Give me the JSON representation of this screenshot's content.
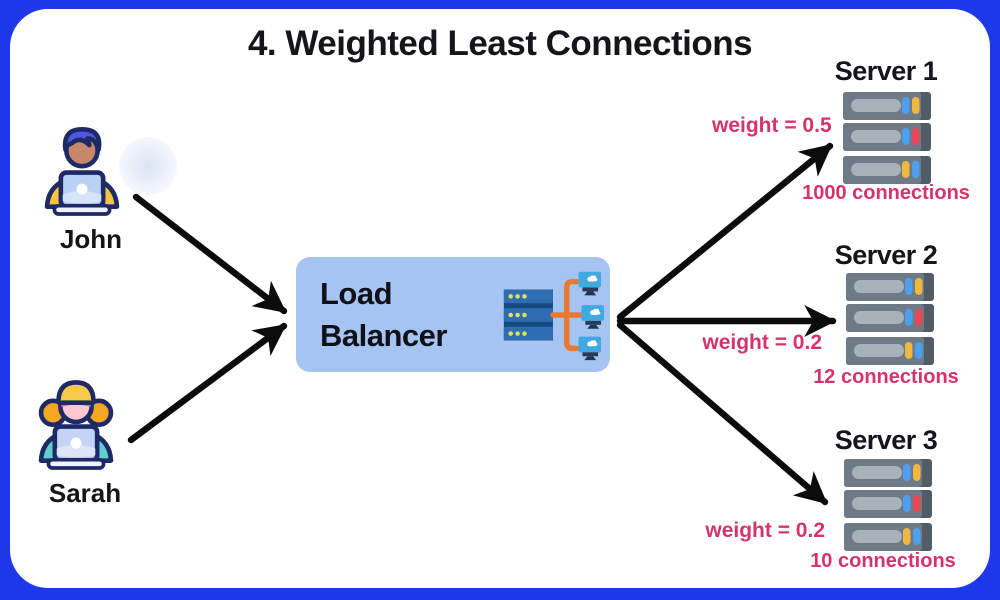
{
  "colors": {
    "frame_blue": "#1c38e8",
    "panel_white": "#ffffff",
    "lb_box_blue": "#a6c4f2",
    "accent_pink": "#d6336c",
    "text_dark": "#15151a",
    "arrow_black": "#0c0c0c"
  },
  "title": "4. Weighted Least Connections",
  "users": [
    {
      "name": "John",
      "icon": "user-at-laptop-icon"
    },
    {
      "name": "Sarah",
      "icon": "user-at-laptop-icon"
    }
  ],
  "load_balancer": {
    "label": "Load Balancer",
    "icon": "load-balancer-network-icon"
  },
  "servers": [
    {
      "name": "Server 1",
      "weight": "weight = 0.5",
      "connections": "1000 connections",
      "icon": "server-rack-icon"
    },
    {
      "name": "Server 2",
      "weight": "weight = 0.2",
      "connections": "12 connections",
      "icon": "server-rack-icon"
    },
    {
      "name": "Server 3",
      "weight": "weight = 0.2",
      "connections": "10 connections",
      "icon": "server-rack-icon"
    }
  ],
  "arrows": [
    {
      "from": "John",
      "to": "Load Balancer"
    },
    {
      "from": "Sarah",
      "to": "Load Balancer"
    },
    {
      "from": "Load Balancer",
      "to": "Server 1"
    },
    {
      "from": "Load Balancer",
      "to": "Server 2"
    },
    {
      "from": "Load Balancer",
      "to": "Server 3"
    }
  ]
}
